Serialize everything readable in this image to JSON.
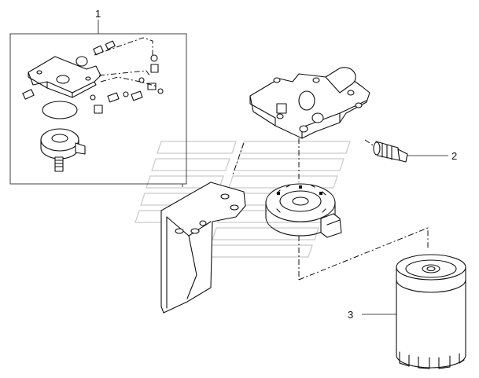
{
  "callouts": [
    {
      "id": "1",
      "label": "1"
    },
    {
      "id": "2",
      "label": "2"
    },
    {
      "id": "3",
      "label": "3"
    }
  ],
  "icons": {
    "watermark": "brand-logo-watermark"
  },
  "colors": {
    "line": "#111111",
    "watermark": "#c9c9c9",
    "background": "#ffffff"
  }
}
